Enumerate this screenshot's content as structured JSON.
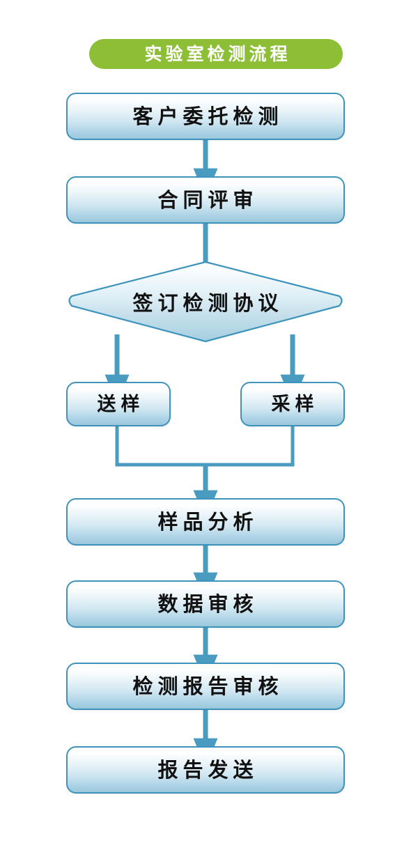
{
  "header": {
    "title": "实验室检测流程"
  },
  "theme": {
    "banner_color": "#8CBE36",
    "banner_text_color": "#FFFFFF",
    "node_border_color": "#3D93BB",
    "node_fill_top": "#FFFFFF",
    "node_fill_bottom": "#9CC7DC",
    "connector_color": "#4A9BC0",
    "node_text_color": "#111111",
    "background": "#FFFFFF"
  },
  "flow": {
    "type": "flowchart",
    "orientation": "top-to-bottom",
    "nodes": [
      {
        "id": "n1",
        "label": "客户委托检测",
        "shape": "rounded-rect",
        "span": "full"
      },
      {
        "id": "n2",
        "label": "合同评审",
        "shape": "rounded-rect",
        "span": "full"
      },
      {
        "id": "n3",
        "label": "签订检测协议",
        "shape": "diamond",
        "span": "full"
      },
      {
        "id": "n4",
        "label": "送样",
        "shape": "rounded-rect",
        "span": "half-left"
      },
      {
        "id": "n5",
        "label": "采样",
        "shape": "rounded-rect",
        "span": "half-right"
      },
      {
        "id": "n6",
        "label": "样品分析",
        "shape": "rounded-rect",
        "span": "full"
      },
      {
        "id": "n7",
        "label": "数据审核",
        "shape": "rounded-rect",
        "span": "full"
      },
      {
        "id": "n8",
        "label": "检测报告审核",
        "shape": "rounded-rect",
        "span": "full"
      },
      {
        "id": "n9",
        "label": "报告发送",
        "shape": "rounded-rect",
        "span": "full"
      }
    ],
    "edges": [
      {
        "from": "n1",
        "to": "n2",
        "style": "arrow"
      },
      {
        "from": "n2",
        "to": "n3",
        "style": "arrow"
      },
      {
        "from": "n3",
        "to": "n4",
        "style": "arrow"
      },
      {
        "from": "n3",
        "to": "n5",
        "style": "arrow"
      },
      {
        "from": "n4",
        "to": "n6",
        "style": "merge-line"
      },
      {
        "from": "n5",
        "to": "n6",
        "style": "merge-line"
      },
      {
        "from": "n6",
        "to": "n7",
        "style": "arrow"
      },
      {
        "from": "n7",
        "to": "n8",
        "style": "arrow"
      },
      {
        "from": "n8",
        "to": "n9",
        "style": "arrow"
      }
    ]
  }
}
